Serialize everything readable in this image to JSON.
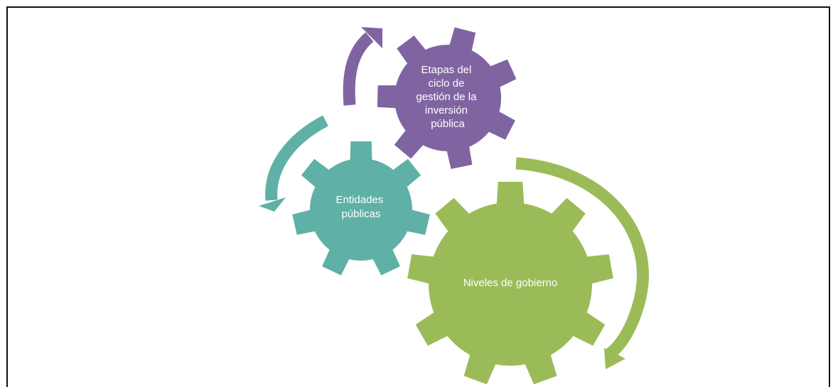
{
  "diagram": {
    "gears": [
      {
        "id": "etapas",
        "color": "#8064A2",
        "lines": [
          "Etapas del",
          "ciclo de",
          "gestión de la",
          "inversión",
          "pública"
        ]
      },
      {
        "id": "entidades",
        "color": "#5FB0A6",
        "lines": [
          "Entidades",
          "públicas"
        ]
      },
      {
        "id": "niveles",
        "color": "#9BBB59",
        "lines": [
          "Niveles de gobierno"
        ]
      }
    ],
    "arrows": [
      {
        "id": "purple-arrow",
        "color": "#8064A2"
      },
      {
        "id": "teal-arrow",
        "color": "#5FB0A6"
      },
      {
        "id": "green-arrow",
        "color": "#9BBB59"
      }
    ]
  }
}
